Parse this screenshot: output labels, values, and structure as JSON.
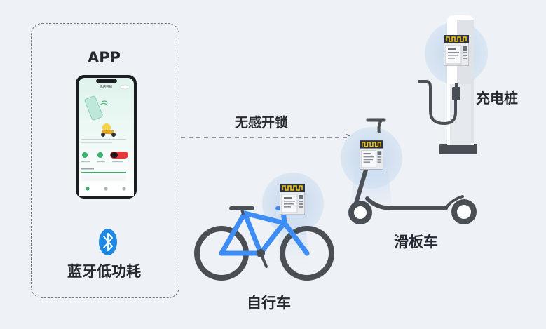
{
  "app_label": "APP",
  "ble_label": "蓝牙低功耗",
  "unlock_label": "无感开锁",
  "bike_label": "自行车",
  "scooter_label": "滑板车",
  "charger_label": "充电桩",
  "phone": {
    "header_title": "无感开锁"
  },
  "icons": [
    "bluetooth-icon",
    "smartphone-icon",
    "bicycle-icon",
    "scooter-icon",
    "charging-pile-icon",
    "ble-module-icon"
  ],
  "colors": {
    "bike_blue": "#3d8df5",
    "dark_gray": "#4a4f56",
    "glow": "#cfe0f2",
    "accent_green": "#35b36b",
    "accent_red": "#e5383b",
    "background": "#eef1f5"
  }
}
